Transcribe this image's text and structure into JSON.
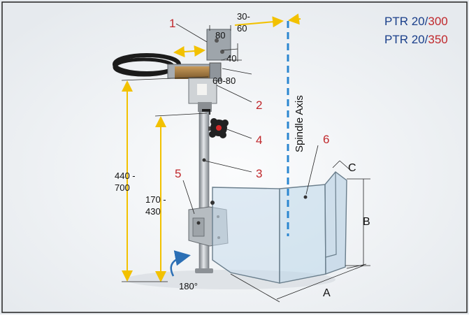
{
  "title_lines": [
    {
      "prefix": "PTR 20/",
      "suffix": "300"
    },
    {
      "prefix": "PTR 20/",
      "suffix": "350"
    }
  ],
  "colors": {
    "title_prefix": "#1a3f8a",
    "title_suffix": "#c0282c",
    "callout_numbers": "#c0282c",
    "dimension_arrows": "#f2c100",
    "spindle_axis": "#2a86d0",
    "rotation_arrow": "#2b6fb5",
    "shield_tint": "#bcd7ea"
  },
  "callouts": [
    "1",
    "2",
    "3",
    "4",
    "5",
    "6"
  ],
  "dimensions": {
    "bracket_offset_top": "30-",
    "bracket_offset_bottom": "60",
    "bracket_width": "80",
    "bracket_height": "40",
    "bracket_range": "60-80",
    "total_height_top": "440 -",
    "total_height_bottom": "700",
    "arm_height_top": "170 -",
    "arm_height_bottom": "430",
    "rotation": "180°",
    "shield_a": "A",
    "shield_b": "B",
    "shield_c": "C"
  },
  "labels": {
    "spindle_axis": "Spindle Axis"
  },
  "icons": {
    "clamp_knob": "clamp-knob-icon",
    "rotation_arrow": "curved-arrow-icon"
  }
}
